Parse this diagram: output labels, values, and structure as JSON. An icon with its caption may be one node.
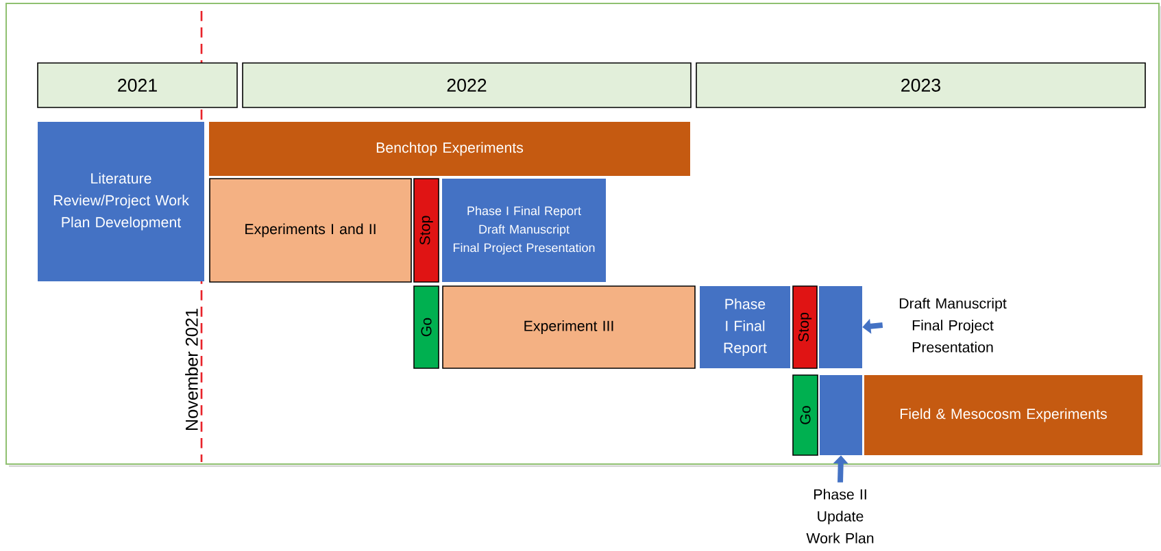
{
  "diagram": {
    "nodes": [
      {
        "text": [
          "2021"
        ]
      },
      {
        "text": [
          "2022"
        ]
      },
      {
        "text": [
          "2023"
        ]
      },
      {
        "text": [
          "Literature Review/Project Work Plan Development"
        ]
      },
      {
        "text": [
          "Benchtop Experiments"
        ]
      },
      {
        "text": [
          "Experiments I and II"
        ]
      },
      {
        "text": [
          "Stop"
        ]
      },
      {
        "text": [
          "Phase I Final Report",
          "Draft Manuscript",
          "Final Project Presentation"
        ]
      },
      {
        "text": [
          "Go"
        ]
      },
      {
        "text": [
          "Experiment III"
        ]
      },
      {
        "text": [
          "Phase I Final Report"
        ]
      },
      {
        "text": [
          "Stop"
        ]
      },
      {
        "text": [],
        "shape": "box"
      },
      {
        "text": [
          "Draft Manuscript",
          "Final Project Presentation"
        ]
      },
      {
        "text": [
          "Go"
        ]
      },
      {
        "text": [],
        "shape": "box"
      },
      {
        "text": [
          "Field & Mesocosm Experiments"
        ]
      },
      {
        "text": [
          "Phase II Update Work Plan"
        ]
      }
    ],
    "edges": [
      {
        "from": 13,
        "to": 12,
        "arrow": "to"
      },
      {
        "from": 17,
        "to": 15,
        "arrow": "to"
      }
    ],
    "labels": [
      "November 2021"
    ]
  }
}
